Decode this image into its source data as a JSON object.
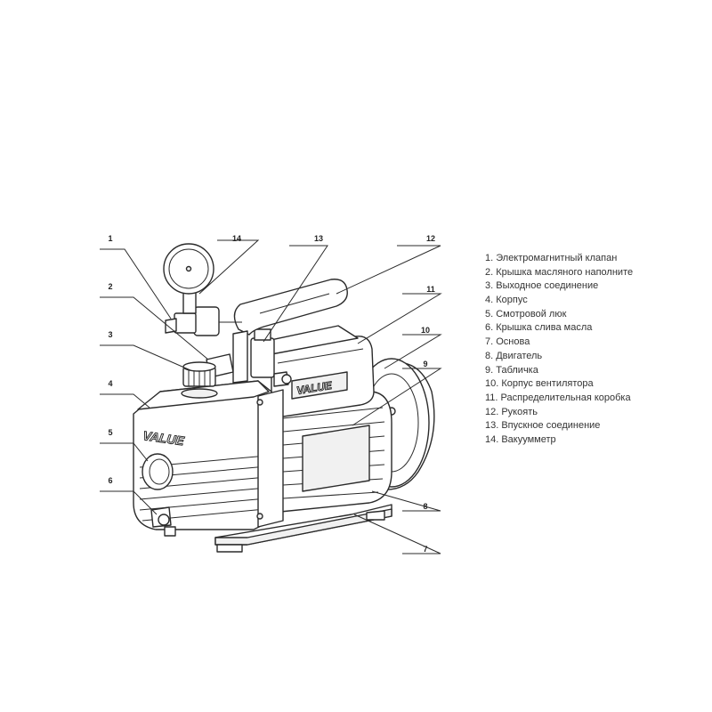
{
  "brand_text": "VALUE",
  "callouts": [
    {
      "id": "1",
      "num": "1"
    },
    {
      "id": "2",
      "num": "2"
    },
    {
      "id": "3",
      "num": "3"
    },
    {
      "id": "4",
      "num": "4"
    },
    {
      "id": "5",
      "num": "5"
    },
    {
      "id": "6",
      "num": "6"
    },
    {
      "id": "7",
      "num": "7"
    },
    {
      "id": "8",
      "num": "8"
    },
    {
      "id": "9",
      "num": "9"
    },
    {
      "id": "10",
      "num": "10"
    },
    {
      "id": "11",
      "num": "11"
    },
    {
      "id": "12",
      "num": "12"
    },
    {
      "id": "13",
      "num": "13"
    },
    {
      "id": "14",
      "num": "14"
    }
  ],
  "legend": [
    "1. Электромагнитный клапан",
    "2. Крышка масляного наполните",
    "3. Выходное соединение",
    "4. Корпус",
    "5. Смотровой люк",
    "6. Крышка слива масла",
    "7. Основа",
    "8. Двигатель",
    "9. Табличка",
    "10. Корпус вентилятора",
    "11. Распределительная коробка",
    "12. Рукоять",
    "13. Впускное соединение",
    "14. Вакуумметр"
  ]
}
